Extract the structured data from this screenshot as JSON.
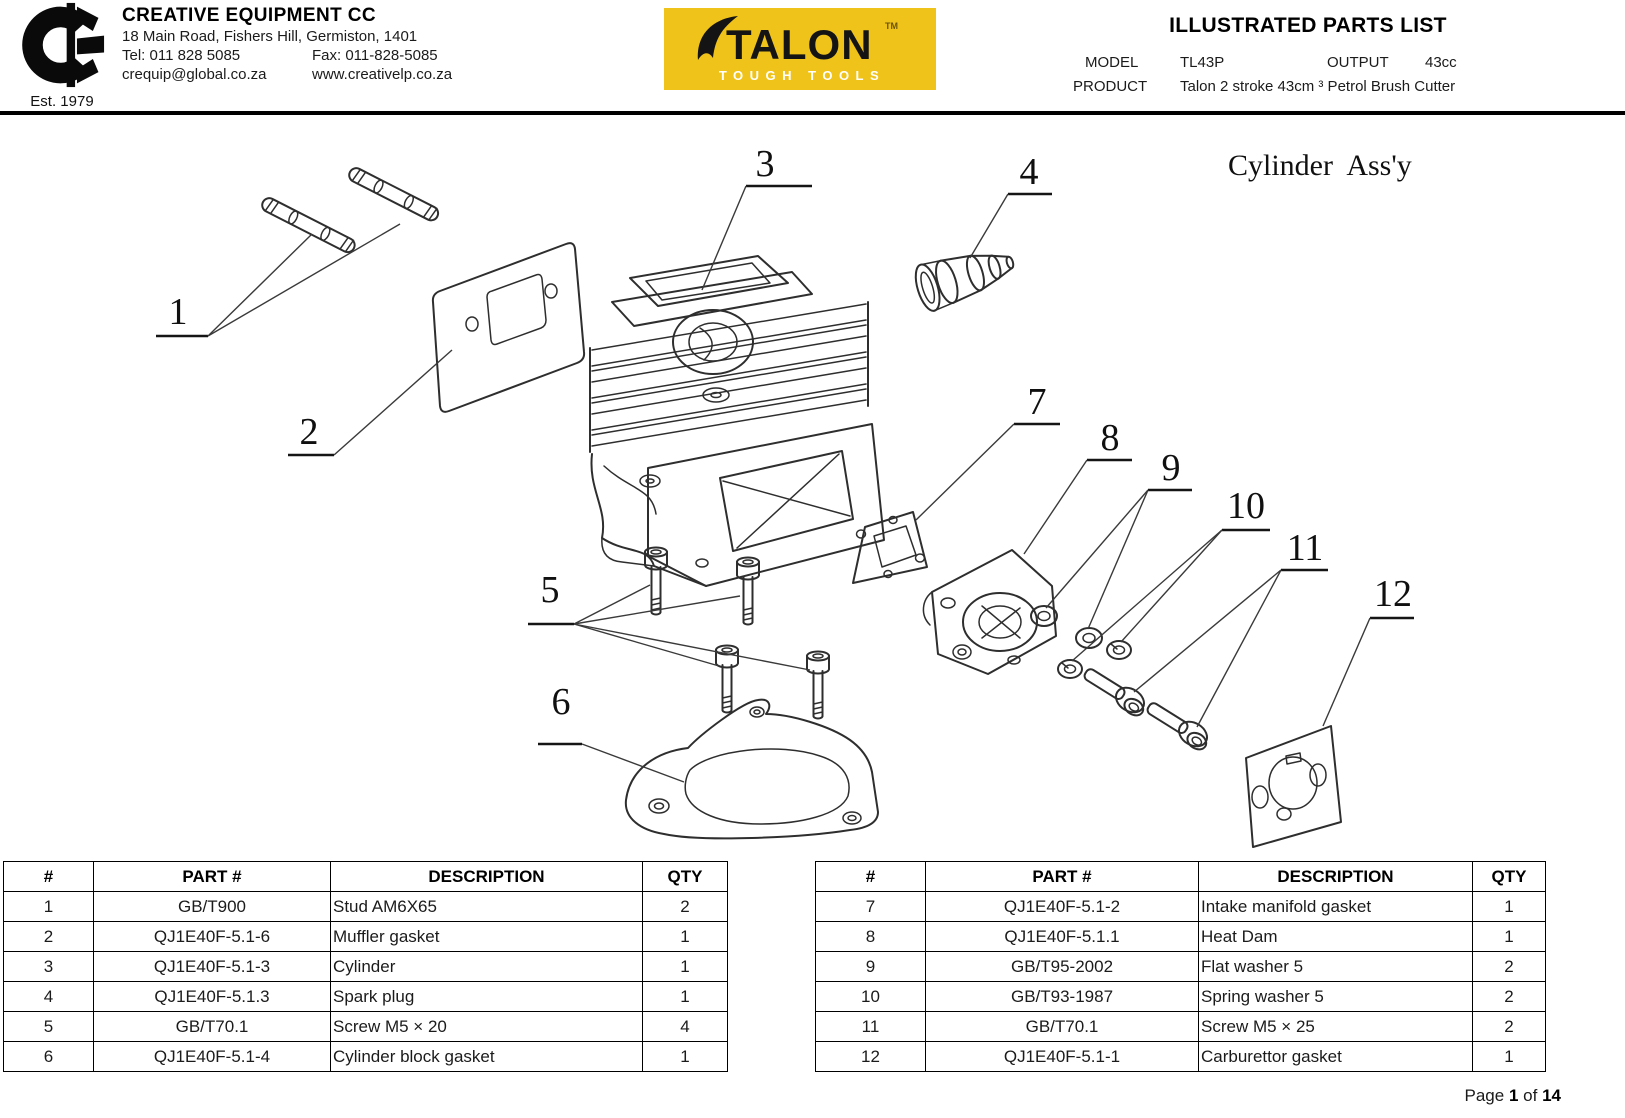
{
  "header": {
    "logo": {
      "monogram": "CE",
      "est": "Est. 1979"
    },
    "company": {
      "name": "CREATIVE EQUIPMENT CC",
      "address": "18 Main Road, Fishers Hill, Germiston, 1401",
      "tel": "Tel: 011 828 5085",
      "fax": "Fax: 011-828-5085",
      "email": "crequip@global.co.za",
      "website": "www.creativelp.co.za"
    },
    "brand": {
      "name": "TALON",
      "tm": "TM",
      "tagline": "TOUGH TOOLS",
      "bg_color": "#F0C31A"
    },
    "doc": {
      "title": "ILLUSTRATED PARTS LIST",
      "model_label": "MODEL",
      "model_value": "TL43P",
      "output_label": "OUTPUT",
      "output_value": "43cc",
      "product_label": "PRODUCT",
      "product_value": "Talon 2 stroke 43cm ³ Petrol Brush Cutter"
    }
  },
  "diagram": {
    "title": "Cylinder  Ass'y",
    "callouts": [
      "1",
      "2",
      "3",
      "4",
      "5",
      "6",
      "7",
      "8",
      "9",
      "10",
      "11",
      "12"
    ]
  },
  "tables": {
    "columns": [
      "#",
      "PART #",
      "DESCRIPTION",
      "QTY"
    ],
    "left": {
      "rows": [
        {
          "num": "1",
          "part": "GB/T900",
          "desc": "Stud AM6X65",
          "qty": "2"
        },
        {
          "num": "2",
          "part": "QJ1E40F-5.1-6",
          "desc": "Muffler gasket",
          "qty": "1"
        },
        {
          "num": "3",
          "part": "QJ1E40F-5.1-3",
          "desc": "Cylinder",
          "qty": "1"
        },
        {
          "num": "4",
          "part": "QJ1E40F-5.1.3",
          "desc": "Spark plug",
          "qty": "1"
        },
        {
          "num": "5",
          "part": "GB/T70.1",
          "desc": "Screw M5 × 20",
          "qty": "4"
        },
        {
          "num": "6",
          "part": "QJ1E40F-5.1-4",
          "desc": "Cylinder block gasket",
          "qty": "1"
        }
      ]
    },
    "right": {
      "rows": [
        {
          "num": "7",
          "part": "QJ1E40F-5.1-2",
          "desc": "Intake manifold gasket",
          "qty": "1"
        },
        {
          "num": "8",
          "part": "QJ1E40F-5.1.1",
          "desc": "Heat Dam",
          "qty": "1"
        },
        {
          "num": "9",
          "part": "GB/T95-2002",
          "desc": "Flat washer 5",
          "qty": "2"
        },
        {
          "num": "10",
          "part": "GB/T93-1987",
          "desc": "Spring washer 5",
          "qty": "2"
        },
        {
          "num": "11",
          "part": "GB/T70.1",
          "desc": "Screw M5 × 25",
          "qty": "2"
        },
        {
          "num": "12",
          "part": "QJ1E40F-5.1-1",
          "desc": "Carburettor gasket",
          "qty": "1"
        }
      ]
    }
  },
  "footer": {
    "page_label": "Page",
    "page_number": "1",
    "of_label": "of",
    "page_total": "14"
  }
}
